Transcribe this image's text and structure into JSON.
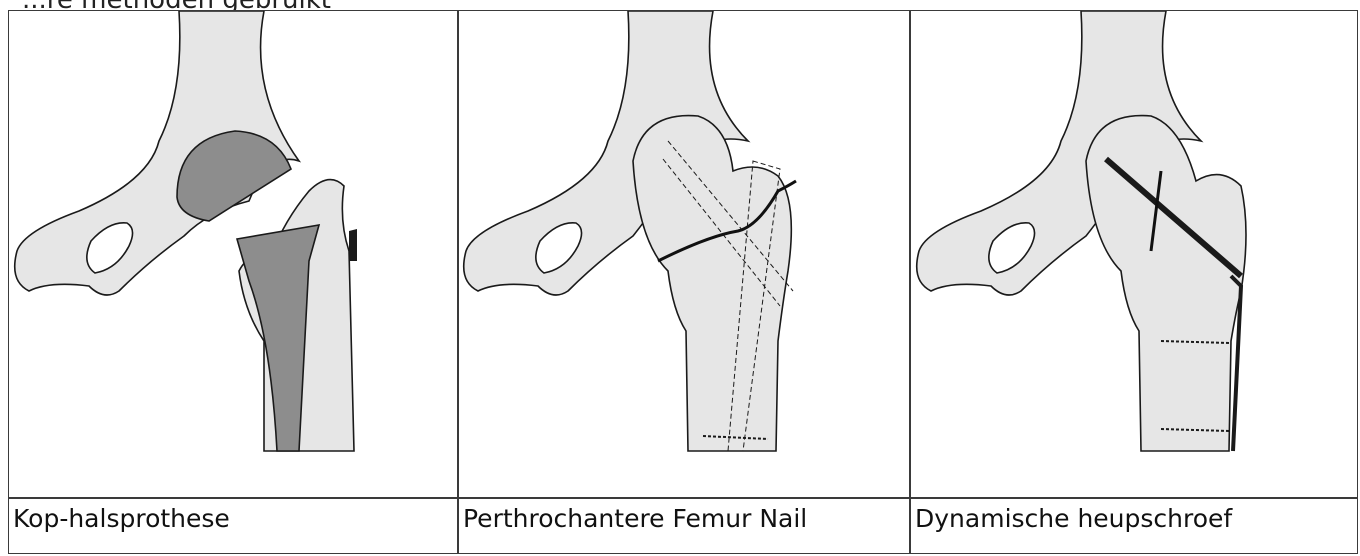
{
  "page": {
    "top_caption": "...re methoden gebruikt"
  },
  "panels": [
    {
      "label": "Kop-halsprothese",
      "icon": "hip-prosthesis-illustration"
    },
    {
      "label": "Perthrochantere Femur Nail",
      "icon": "femur-nail-illustration"
    },
    {
      "label": "Dynamische heupschroef",
      "icon": "dynamic-hip-screw-illustration"
    }
  ],
  "colors": {
    "bone": "#e6e6e6",
    "outline": "#1a1a1a",
    "implant": "#8d8d8d",
    "border": "#3a3a3a"
  }
}
